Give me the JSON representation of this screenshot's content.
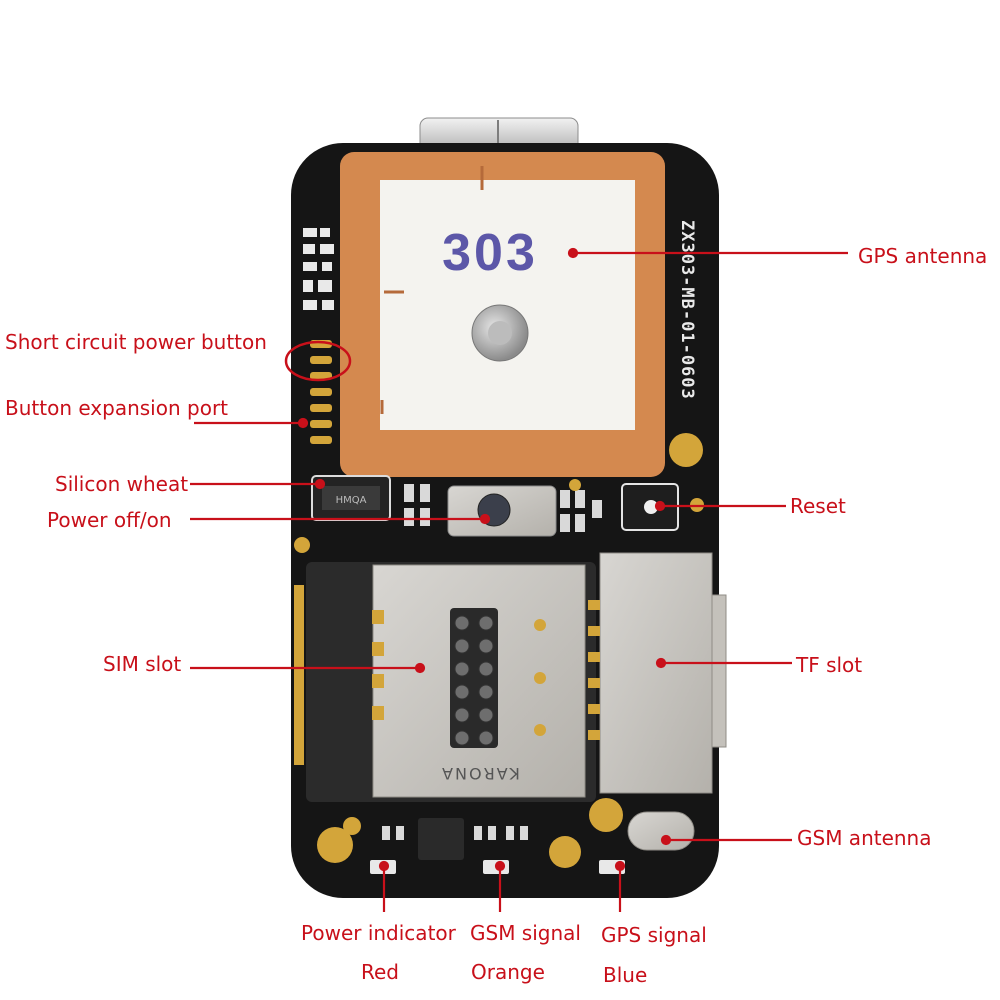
{
  "board": {
    "antenna_marking": "303",
    "board_code": "ZX303-MB-01-0603",
    "sim_brand": "KARONA",
    "chip_marking": "HMQA",
    "accent": "#c8101a"
  },
  "labels": {
    "gps_antenna": "GPS antenna",
    "short_circuit_power_button": "Short circuit power button",
    "button_expansion_port": "Button expansion port",
    "silicon_wheat": "Silicon wheat",
    "power_off_on": "Power off/on",
    "reset": "Reset",
    "sim_slot": "SIM slot",
    "tf_slot": "TF slot",
    "gsm_antenna": "GSM antenna",
    "power_indicator": "Power indicator",
    "power_indicator_color": "Red",
    "gsm_signal": "GSM signal",
    "gsm_signal_color": "Orange",
    "gps_signal": "GPS signal",
    "gps_signal_color": "Blue"
  }
}
